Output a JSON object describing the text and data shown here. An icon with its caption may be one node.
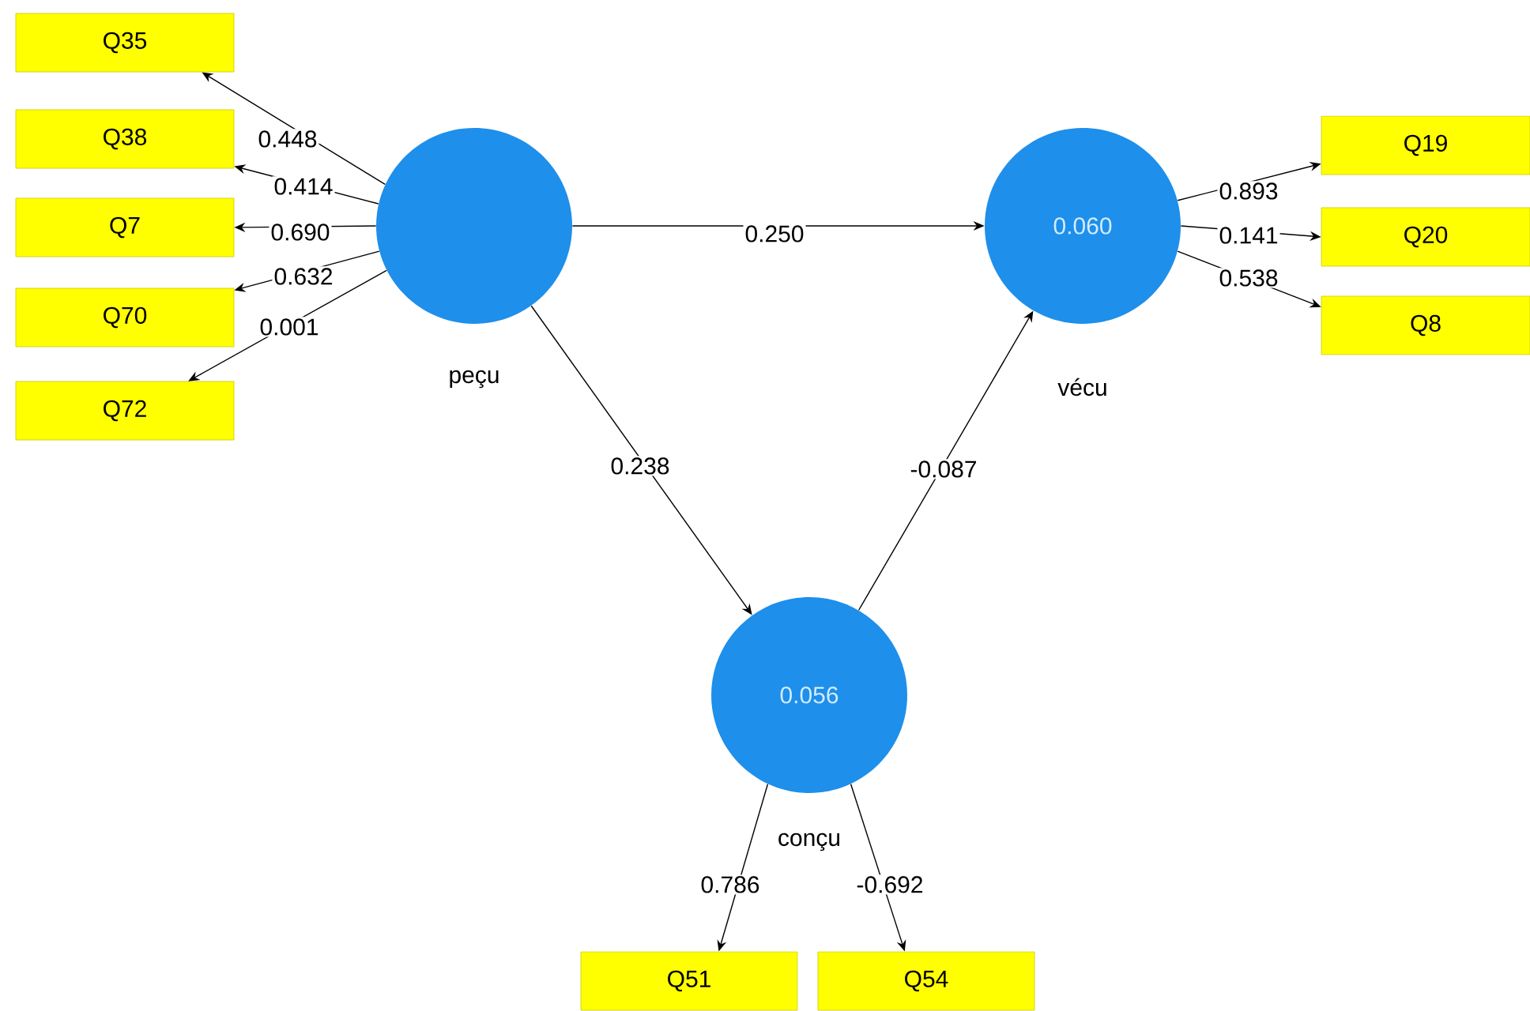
{
  "diagram": {
    "nodes": [
      {
        "text": [
          "peçu"
        ]
      },
      {
        "text": [
          "0.060",
          "vécu"
        ]
      },
      {
        "text": [
          "0.056",
          "conçu"
        ]
      },
      {
        "text": [
          "Q35"
        ]
      },
      {
        "text": [
          "Q38"
        ]
      },
      {
        "text": [
          "Q7"
        ]
      },
      {
        "text": [
          "Q70"
        ]
      },
      {
        "text": [
          "Q72"
        ]
      },
      {
        "text": [
          "Q19"
        ]
      },
      {
        "text": [
          "Q20"
        ]
      },
      {
        "text": [
          "Q8"
        ]
      },
      {
        "text": [
          "Q51"
        ]
      },
      {
        "text": [
          "Q54"
        ]
      }
    ],
    "edges": [
      {
        "from": 0,
        "to": 3,
        "arrow": "to",
        "label": "0.448"
      },
      {
        "from": 0,
        "to": 4,
        "arrow": "to",
        "label": "0.414"
      },
      {
        "from": 0,
        "to": 5,
        "arrow": "to",
        "label": "0.690"
      },
      {
        "from": 0,
        "to": 6,
        "arrow": "to",
        "label": "0.632"
      },
      {
        "from": 0,
        "to": 7,
        "arrow": "to",
        "label": "0.001"
      },
      {
        "from": 0,
        "to": 1,
        "arrow": "to",
        "label": "0.250"
      },
      {
        "from": 0,
        "to": 2,
        "arrow": "to",
        "label": "0.238"
      },
      {
        "from": 2,
        "to": 1,
        "arrow": "to",
        "label": "-0.087"
      },
      {
        "from": 1,
        "to": 8,
        "arrow": "to",
        "label": "0.893"
      },
      {
        "from": 1,
        "to": 9,
        "arrow": "to",
        "label": "0.141"
      },
      {
        "from": 1,
        "to": 10,
        "arrow": "to",
        "label": "0.538"
      },
      {
        "from": 2,
        "to": 11,
        "arrow": "to",
        "label": "0.786"
      },
      {
        "from": 2,
        "to": 12,
        "arrow": "to",
        "label": "-0.692"
      }
    ]
  }
}
